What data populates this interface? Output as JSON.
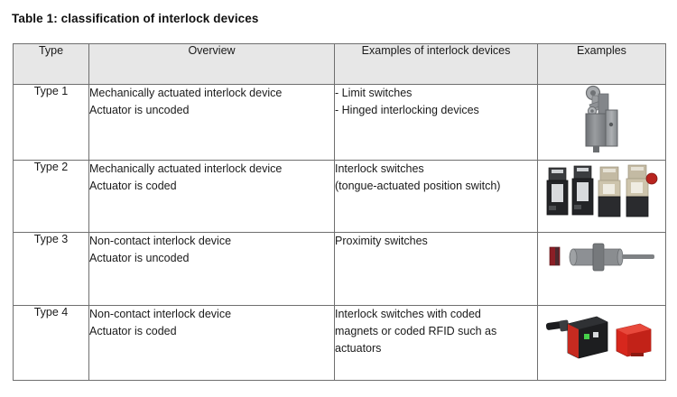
{
  "title": "Table 1: classification of interlock devices",
  "table": {
    "headers": [
      {
        "label": "Type"
      },
      {
        "label": "Overview"
      },
      {
        "label": "Examples of interlock devices"
      },
      {
        "label": "Examples"
      }
    ],
    "rows": [
      {
        "type": "Type 1",
        "overview": [
          "Mechanically actuated interlock device",
          "Actuator is uncoded"
        ],
        "examples": [
          "- Limit switches",
          "- Hinged interlocking devices"
        ],
        "image": {
          "name": "limit-switch-photo",
          "alt": "Gray limit switch with roller lever actuator",
          "colors": [
            "#8b8d90",
            "#6f7276",
            "#a9abae"
          ]
        }
      },
      {
        "type": "Type 2",
        "overview": [
          "Mechanically actuated interlock device",
          "Actuator is coded"
        ],
        "examples": [
          "Interlock switches",
          "(tongue-actuated position switch)"
        ],
        "image": {
          "name": "interlock-switches-photo",
          "alt": "Four tongue-actuated interlock position switches, two black and two beige, rightmost with red release button",
          "colors": [
            "#2b2b2d",
            "#c8bfa8",
            "#c0392b"
          ]
        }
      },
      {
        "type": "Type 3",
        "overview": [
          "Non-contact interlock device",
          "Actuator is uncoded"
        ],
        "examples": [
          "Proximity switches"
        ],
        "image": {
          "name": "proximity-switch-photo",
          "alt": "Red actuator block and cylindrical gray proximity sensor with cable",
          "colors": [
            "#8e1f2a",
            "#8a8c8f",
            "#6d6f72"
          ]
        }
      },
      {
        "type": "Type 4",
        "overview": [
          "Non-contact interlock device",
          "Actuator is coded"
        ],
        "examples": [
          "Interlock switches with coded",
          "magnets or coded RFID such as",
          "actuators"
        ],
        "image": {
          "name": "rfid-interlock-photo",
          "alt": "Black and red RFID interlock sensor with cable and separate red coded actuator",
          "colors": [
            "#1d1d1f",
            "#d32b22",
            "#3a3a3c"
          ]
        }
      }
    ]
  },
  "style": {
    "header_fill": "#e7e7e7",
    "border_color": "#6f6f6f",
    "text_color": "#1a1a1a",
    "page_background": "#ffffff"
  }
}
